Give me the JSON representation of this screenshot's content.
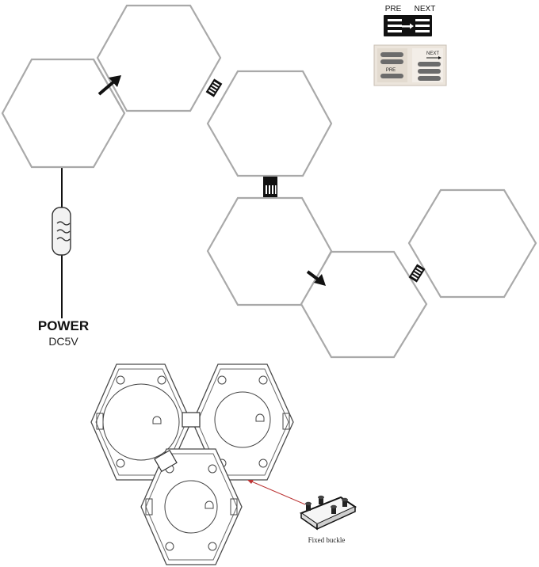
{
  "power": {
    "title": "POWER",
    "subtitle": "DC5V"
  },
  "connector_legend": {
    "pre_label": "PRE",
    "next_label": "NEXT"
  },
  "photo_legend": {
    "pre_label": "PRE",
    "next_label": "NEXT"
  },
  "caption": {
    "fixed_buckle": "Fixed buckle"
  },
  "icons": [
    "arrow-icon",
    "connector-board-icon",
    "controller-icon",
    "fixed-buckle-icon"
  ]
}
